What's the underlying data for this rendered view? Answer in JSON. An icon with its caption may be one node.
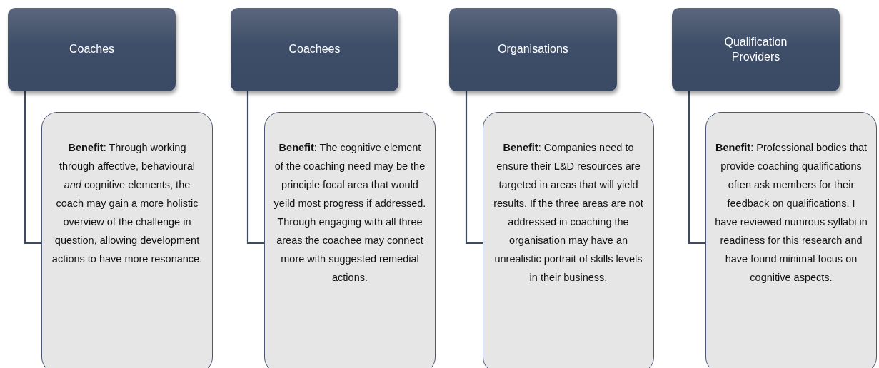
{
  "diagram": {
    "nodes": [
      {
        "text": [
          "Coaches"
        ]
      },
      {
        "text": [
          "Coachees"
        ]
      },
      {
        "text": [
          "Organisations"
        ]
      },
      {
        "text": [
          "Qualification Providers"
        ]
      },
      {
        "text": [
          "**Benefit**: Through working through affective, behavioural *and* cognitive elements, the coach may gain a more holistic overview of the challenge in question, allowing development actions to have more resonance."
        ]
      },
      {
        "text": [
          "**Benefit**: The cognitive element of the coaching need may be the principle focal area that would yeild most progress if addressed. Through engaging with all three areas the coachee may connect more with suggested remedial actions."
        ]
      },
      {
        "text": [
          "**Benefit**: Companies need to ensure their L&D resources are targeted in areas that will yield results. If the three areas are not addressed in coaching the organisation may have an unrealistic portrait of skills levels in their business."
        ]
      },
      {
        "text": [
          "**Benefit**: Professional bodies that provide coaching qualifications often ask members for their feedback on qualifications. I have reviewed numrous syllabi in readiness for this research and have found minimal focus on cognitive aspects."
        ]
      }
    ],
    "edges": [
      {
        "from": 0,
        "to": 4,
        "arrow": "none"
      },
      {
        "from": 1,
        "to": 5,
        "arrow": "none"
      },
      {
        "from": 2,
        "to": 6,
        "arrow": "none"
      },
      {
        "from": 3,
        "to": 7,
        "arrow": "none"
      }
    ]
  }
}
